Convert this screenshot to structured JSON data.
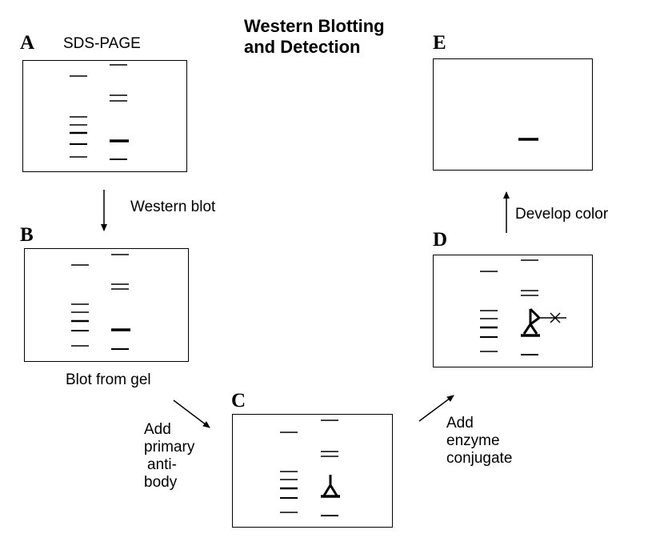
{
  "title": {
    "line1": "Western Blotting",
    "line2": "and Detection"
  },
  "panels": {
    "A": {
      "letter": "A",
      "label": "SDS-PAGE"
    },
    "B": {
      "letter": "B",
      "caption": "Blot from gel"
    },
    "C": {
      "letter": "C"
    },
    "D": {
      "letter": "D"
    },
    "E": {
      "letter": "E"
    }
  },
  "steps": {
    "a_to_b": "Western blot",
    "b_to_c": [
      "Add",
      "primary",
      "anti-",
      "body"
    ],
    "c_to_d": [
      "Add",
      "enzyme",
      "conjugate"
    ],
    "d_to_e": "Develop color"
  }
}
